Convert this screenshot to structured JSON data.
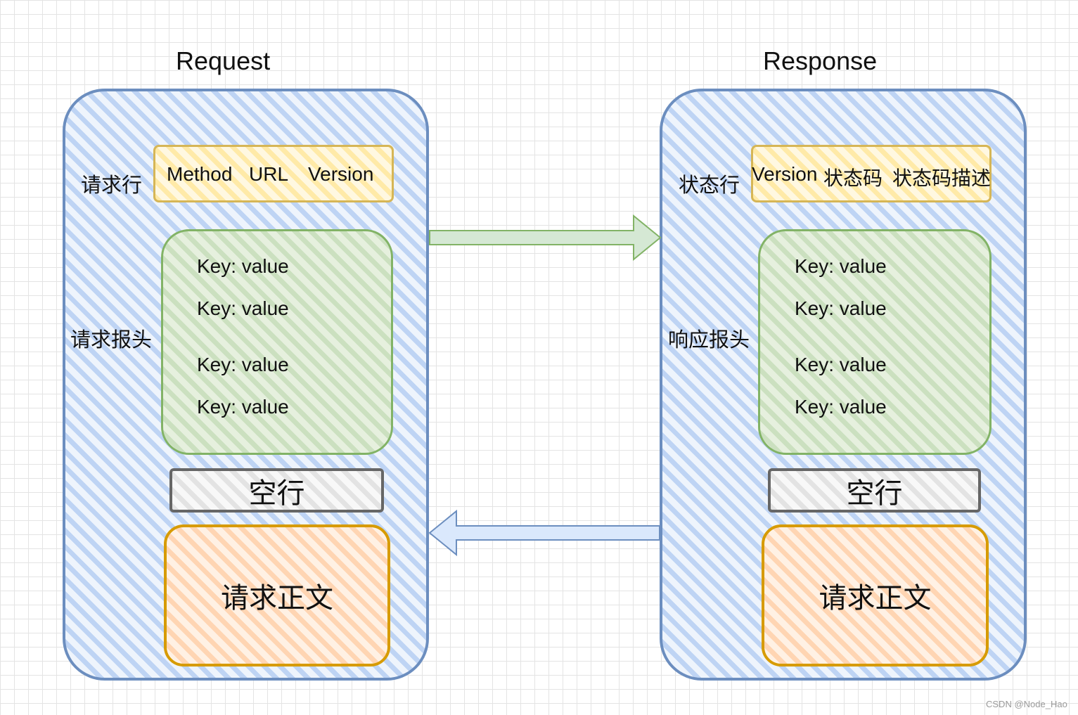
{
  "request": {
    "title": "Request",
    "line_label": "请求行",
    "line_parts": [
      "Method",
      "URL",
      "Version"
    ],
    "headers_label": "请求报头",
    "headers": [
      "Key: value",
      "Key: value",
      "Key: value",
      "Key: value"
    ],
    "blank_line": "空行",
    "body": "请求正文"
  },
  "response": {
    "title": "Response",
    "line_label": "状态行",
    "line_parts": [
      "Version",
      "状态码",
      "状态码描述"
    ],
    "headers_label": "响应报头",
    "headers": [
      "Key: value",
      "Key: value",
      "Key: value",
      "Key: value"
    ],
    "blank_line": "空行",
    "body": "请求正文"
  },
  "colors": {
    "outer_stroke": "#6c8ebf",
    "line_stroke": "#d6b656",
    "headers_stroke": "#82b366",
    "blank_stroke": "#666666",
    "body_stroke": "#d79b00",
    "arrow_green_fill": "#d5e8d4",
    "arrow_blue_fill": "#dae8fc"
  },
  "watermark": "CSDN @Node_Hao"
}
